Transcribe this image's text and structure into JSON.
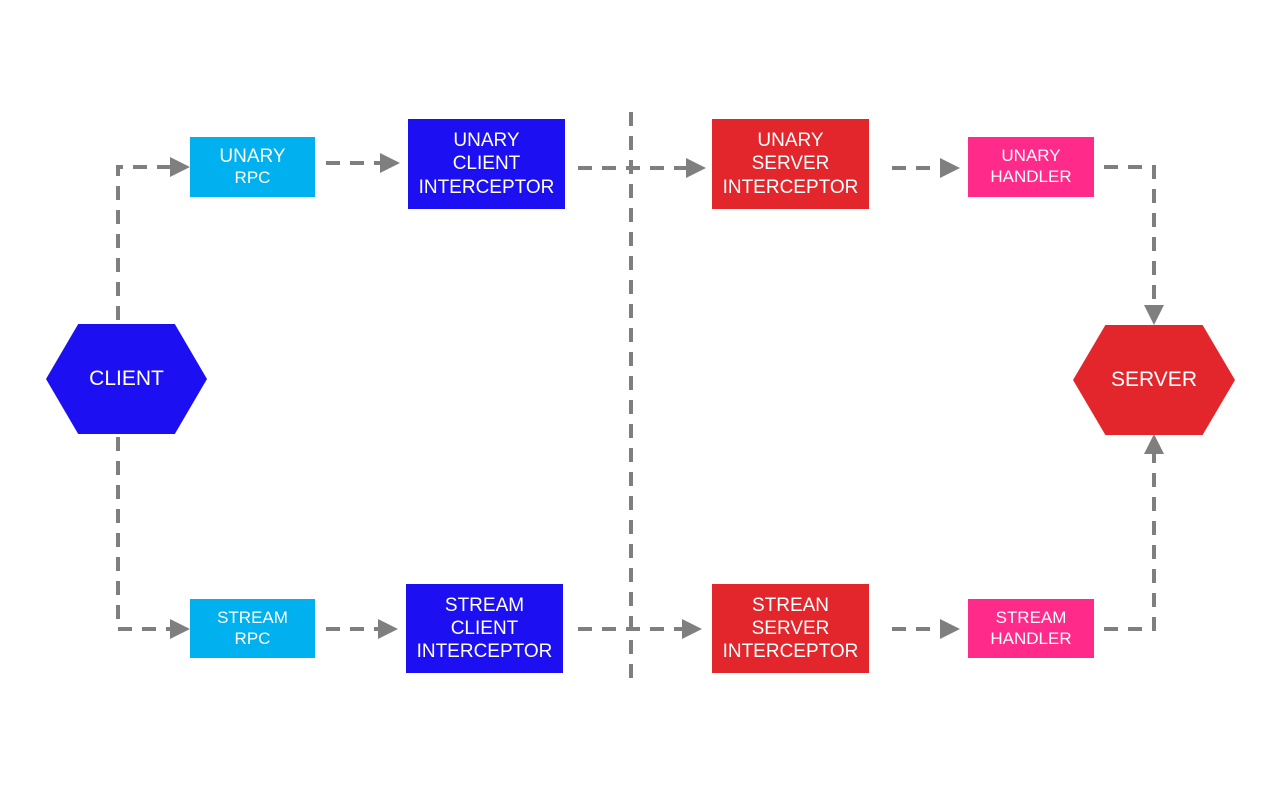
{
  "colors": {
    "client_blue": "#1c0ff2",
    "rpc_cyan": "#00b0ef",
    "server_red": "#e3262b",
    "handler_pink": "#ff2a8a",
    "connector_gray": "#7f7f7f"
  },
  "client": {
    "label": "CLIENT"
  },
  "server": {
    "label": "SERVER"
  },
  "unary_rpc": {
    "line1": "UNARY",
    "line2": "RPC"
  },
  "stream_rpc": {
    "line1": "STREAM",
    "line2": "RPC"
  },
  "unary_client_interceptor": {
    "line1": "UNARY",
    "line2": "CLIENT",
    "line3": "INTERCEPTOR"
  },
  "stream_client_interceptor": {
    "line1": "STREAM",
    "line2": "CLIENT",
    "line3": "INTERCEPTOR"
  },
  "unary_server_interceptor": {
    "line1": "UNARY",
    "line2": "SERVER",
    "line3": "INTERCEPTOR"
  },
  "stream_server_interceptor": {
    "line1": "STREAN",
    "line2": "SERVER",
    "line3": "INTERCEPTOR"
  },
  "unary_handler": {
    "line1": "UNARY",
    "line2": "HANDLER"
  },
  "stream_handler": {
    "line1": "STREAM",
    "line2": "HANDLER"
  },
  "edges": [
    {
      "from": "client",
      "to": "unary_rpc"
    },
    {
      "from": "client",
      "to": "stream_rpc"
    },
    {
      "from": "unary_rpc",
      "to": "unary_client_interceptor"
    },
    {
      "from": "stream_rpc",
      "to": "stream_client_interceptor"
    },
    {
      "from": "unary_client_interceptor",
      "to": "unary_server_interceptor"
    },
    {
      "from": "stream_client_interceptor",
      "to": "stream_server_interceptor"
    },
    {
      "from": "unary_server_interceptor",
      "to": "unary_handler"
    },
    {
      "from": "stream_server_interceptor",
      "to": "stream_handler"
    },
    {
      "from": "unary_handler",
      "to": "server"
    },
    {
      "from": "stream_handler",
      "to": "server"
    }
  ]
}
